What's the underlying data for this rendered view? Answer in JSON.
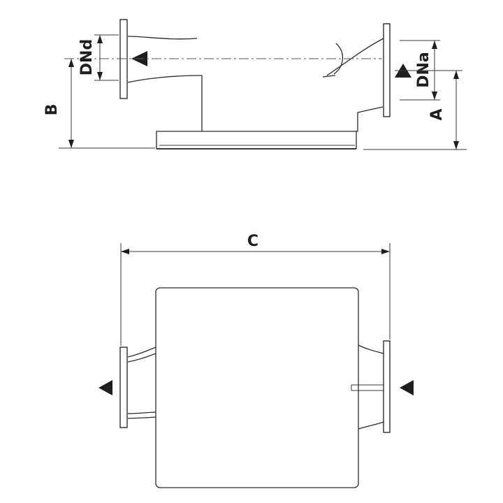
{
  "labels": {
    "dnd": "DNd",
    "dna": "DNa",
    "b": "B",
    "a": "A",
    "c": "C"
  },
  "colors": {
    "line": "#1e1e1e",
    "background": "#ffffff"
  }
}
